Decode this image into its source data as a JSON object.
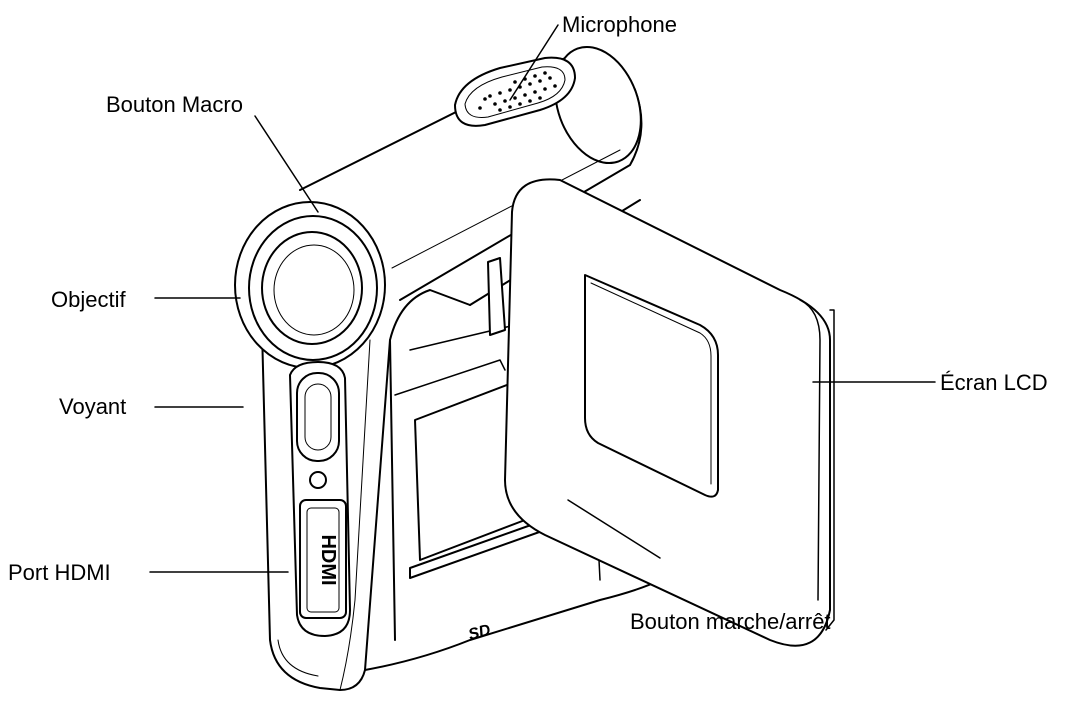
{
  "callouts": {
    "microphone": "Microphone",
    "macro_button": "Bouton Macro",
    "lens": "Objectif",
    "indicator": "Voyant",
    "hdmi_port": "Port HDMI",
    "lcd_screen": "Écran LCD",
    "power_button": "Bouton marche/arrêt"
  },
  "device": {
    "port_marking": "HDMI",
    "card_marking": "SD"
  }
}
